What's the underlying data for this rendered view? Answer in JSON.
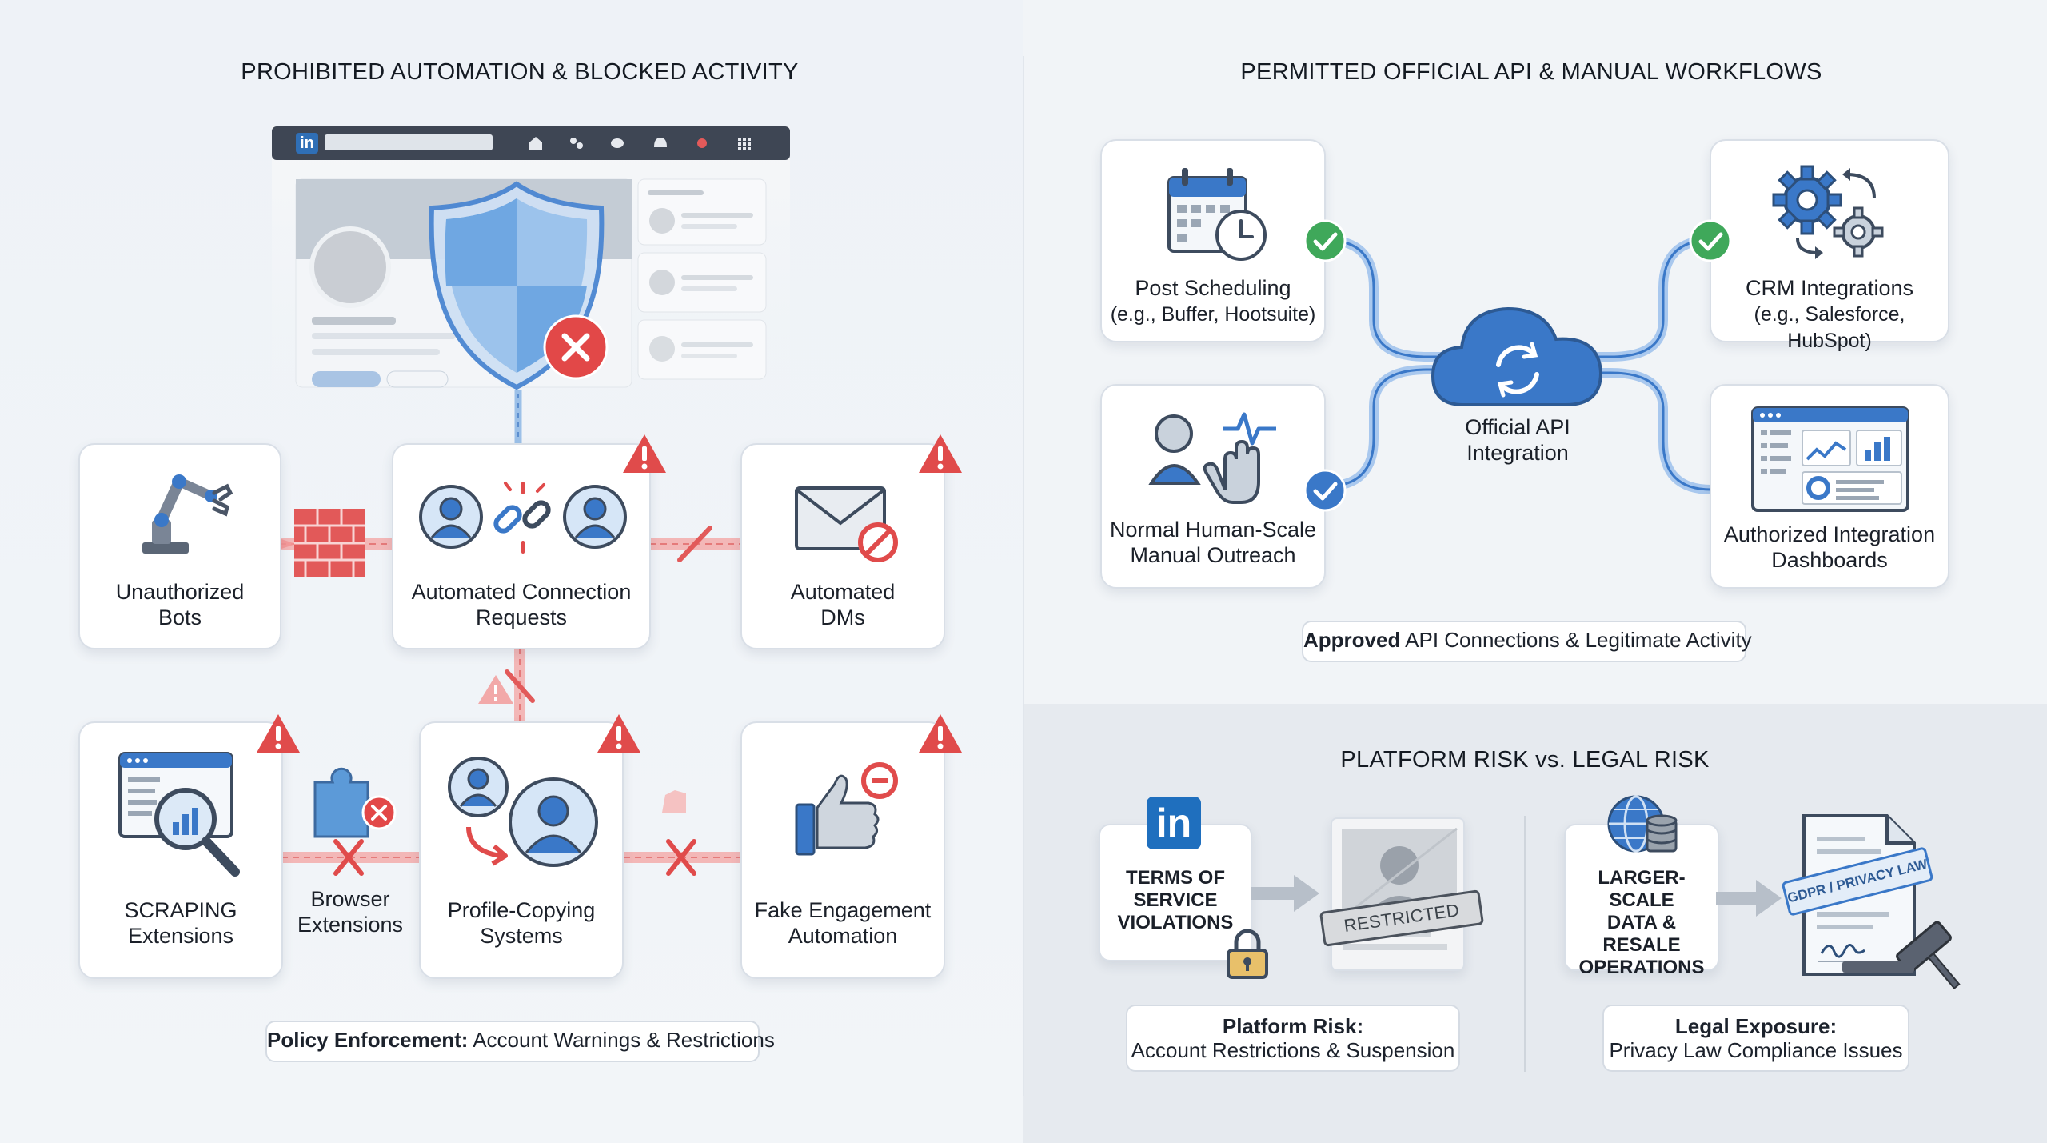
{
  "left": {
    "title": "PROHIBITED AUTOMATION & BLOCKED ACTIVITY",
    "cards": [
      {
        "id": "bots",
        "label_line1": "Unauthorized",
        "label_line2": "Bots"
      },
      {
        "id": "connections",
        "label_line1": "Automated Connection",
        "label_line2": "Requests"
      },
      {
        "id": "dms",
        "label_line1": "Automated",
        "label_line2": "DMs"
      },
      {
        "id": "scraping",
        "label_line1": "SCRAPING",
        "label_line2": "Extensions"
      },
      {
        "id": "browser",
        "label_line1": "Browser",
        "label_line2": "Extensions"
      },
      {
        "id": "profile_copy",
        "label_line1": "Profile-Copying",
        "label_line2": "Systems"
      },
      {
        "id": "fake_engagement",
        "label_line1": "Fake Engagement",
        "label_line2": "Automation"
      }
    ],
    "footer": {
      "bold": "Policy Enforcement:",
      "text": " Account Warnings & Restrictions"
    },
    "browser_logo": "in"
  },
  "right_top": {
    "title": "PERMITTED OFFICIAL API & MANUAL WORKFLOWS",
    "cards": [
      {
        "id": "post_scheduling",
        "label_line1": "Post Scheduling",
        "label_line2": "(e.g., Buffer, Hootsuite)"
      },
      {
        "id": "crm",
        "label_line1": "CRM Integrations",
        "label_line2": "(e.g., Salesforce, HubSpot)"
      },
      {
        "id": "manual",
        "label_line1": "Normal Human-Scale",
        "label_line2": "Manual Outreach"
      },
      {
        "id": "dashboards",
        "label_line1": "Authorized Integration",
        "label_line2": "Dashboards"
      }
    ],
    "hub_line1": "Official API",
    "hub_line2": "Integration",
    "footer": {
      "bold": "Approved",
      "text": " API Connections & Legitimate Activity"
    }
  },
  "right_bottom": {
    "title": "PLATFORM RISK vs. LEGAL RISK",
    "tos_line1": "TERMS OF",
    "tos_line2": "SERVICE",
    "tos_line3": "VIOLATIONS",
    "restricted_stamp": "RESTRICTED",
    "data_line1": "LARGER-SCALE",
    "data_line2": "DATA &",
    "data_line3": "RESALE",
    "data_line4": "OPERATIONS",
    "doc_stamp": "GDPR / PRIVACY LAW",
    "platform_risk": {
      "bold": "Platform Risk:",
      "text": "Account Restrictions & Suspension"
    },
    "legal_risk": {
      "bold": "Legal Exposure:",
      "text": "Privacy Law Compliance Issues"
    },
    "linkedin_logo": "in"
  },
  "colors": {
    "blue": "#3a78c8",
    "red": "#e04b4b",
    "green": "#3fa85a",
    "warn": "#e54d4d"
  }
}
